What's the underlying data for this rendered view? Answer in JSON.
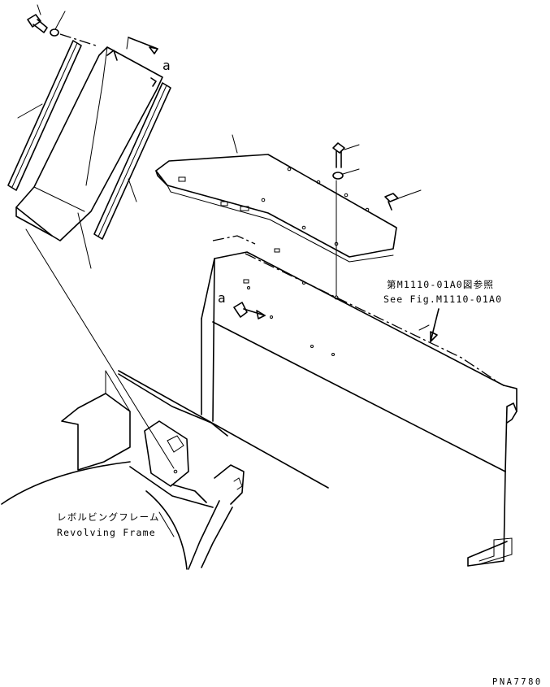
{
  "callouts": {
    "view_a_top": "a",
    "view_a_mid": "a"
  },
  "labels": {
    "see_fig_jp": "第M1110-01A0図参照",
    "see_fig_en": "See Fig.M1110-01A0",
    "frame_jp": "レボルビングフレーム",
    "frame_en": "Revolving Frame"
  },
  "drawing_code": "PNA7780"
}
